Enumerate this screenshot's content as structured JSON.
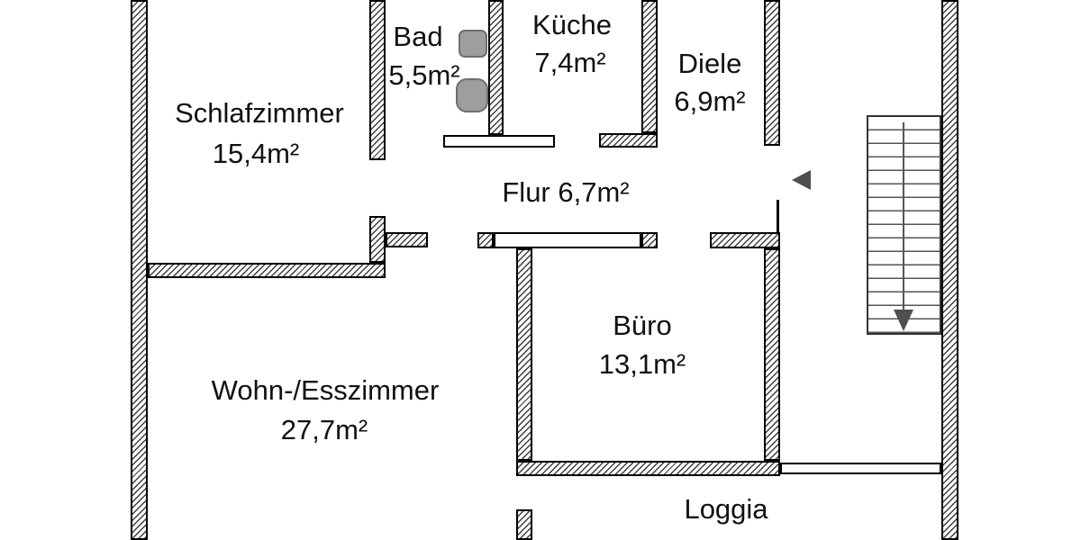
{
  "rooms": [
    {
      "name": "Schlafzimmer",
      "area": "15,4m²"
    },
    {
      "name": "Bad",
      "area": "5,5m²"
    },
    {
      "name": "Küche",
      "area": "7,4m²"
    },
    {
      "name": "Diele",
      "area": "6,9m²"
    },
    {
      "name": "Flur",
      "area": "6,7m²"
    },
    {
      "name": "Büro",
      "area": "13,1m²"
    },
    {
      "name": "Wohn-/Esszimmer",
      "area": "27,7m²"
    },
    {
      "name": "Loggia",
      "area": ""
    }
  ],
  "icons": {
    "entry_arrow": "left-triangle",
    "stairs_direction_arrow": "down-triangle"
  },
  "fixtures": [
    {
      "name": "sink"
    },
    {
      "name": "toilet"
    }
  ],
  "colors": {
    "wall-outline": "#000000",
    "hatch": "#3d3d3d",
    "text": "#111111",
    "fixture": "#9e9e9e",
    "fixture-border": "#6e6e6e",
    "arrow": "#4f4f4f"
  }
}
